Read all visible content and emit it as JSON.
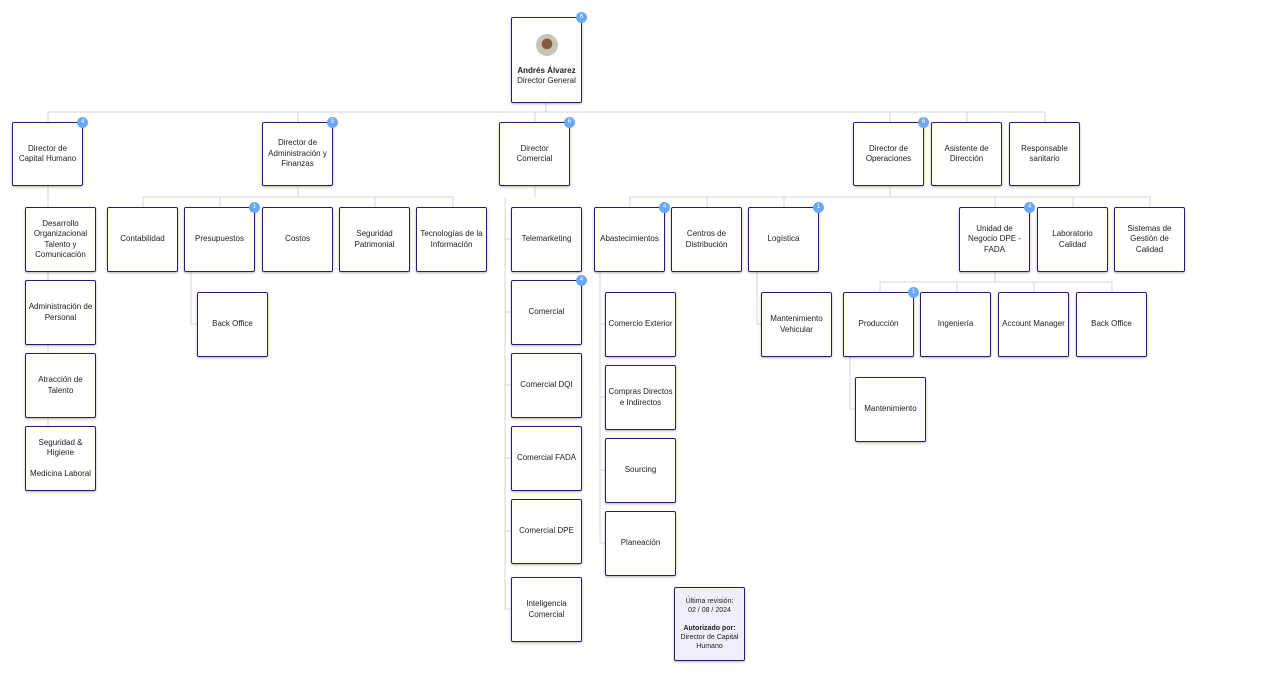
{
  "root": {
    "name": "Andrés Álvarez",
    "title": "Director General",
    "badge": "6"
  },
  "directors": [
    {
      "label": "Director de Capital Humano",
      "badge": "4"
    },
    {
      "label": "Director de Administración y Finanzas",
      "badge": "5"
    },
    {
      "label": "Director Comercial",
      "badge": "6"
    },
    {
      "label": "Director de Operaciones",
      "badge": "6"
    },
    {
      "label": "Asistente de Dirección"
    },
    {
      "label": "Responsable sanitario"
    }
  ],
  "capital_humano": [
    "Desarrollo Organizacional Talento y Comunicación",
    "Administración de Personal",
    "Atracción de Talento",
    "Seguridad & Higiene\n\nMedicina Laboral"
  ],
  "administracion": [
    {
      "label": "Contabilidad"
    },
    {
      "label": "Presupuestos",
      "badge": "1"
    },
    {
      "label": "Costos"
    },
    {
      "label": "Seguridad Patrimonial"
    },
    {
      "label": "Tecnologías de la Información"
    }
  ],
  "presupuestos_children": [
    "Back Office"
  ],
  "comercial": [
    {
      "label": "Telemarketing"
    },
    {
      "label": "Comercial",
      "badge": "4"
    },
    {
      "label": "Comercial DQI"
    },
    {
      "label": "Comercial FADA"
    },
    {
      "label": "Comercial DPE"
    },
    {
      "label": "Inteligencia Comercial"
    }
  ],
  "operaciones": [
    {
      "label": "Abastecimientos",
      "badge": "4"
    },
    {
      "label": "Centros de Distribución"
    },
    {
      "label": "Logística",
      "badge": "1"
    },
    {
      "label": "Unidad de Negocio DPE - FADA",
      "badge": "4"
    },
    {
      "label": "Laboratorio Calidad"
    },
    {
      "label": "Sistemas de Gestión de Calidad"
    }
  ],
  "abastecimientos": [
    "Comercio Exterior",
    "Compras Directos e Indirectos",
    "Sourcing",
    "Planeación"
  ],
  "logistica": [
    "Mantenimiento Vehicular"
  ],
  "unidad_negocio": [
    {
      "label": "Producción",
      "badge": "1"
    },
    {
      "label": "Ingeniería"
    },
    {
      "label": "Account Manager"
    },
    {
      "label": "Back Office"
    }
  ],
  "produccion": [
    "Mantenimiento"
  ],
  "note": {
    "revision_label": "Última revisión:",
    "revision_date": "02 / 08 / 2024",
    "authorized_label": "Autorizado por:",
    "authorized_by": "Director de Capital Humano"
  }
}
